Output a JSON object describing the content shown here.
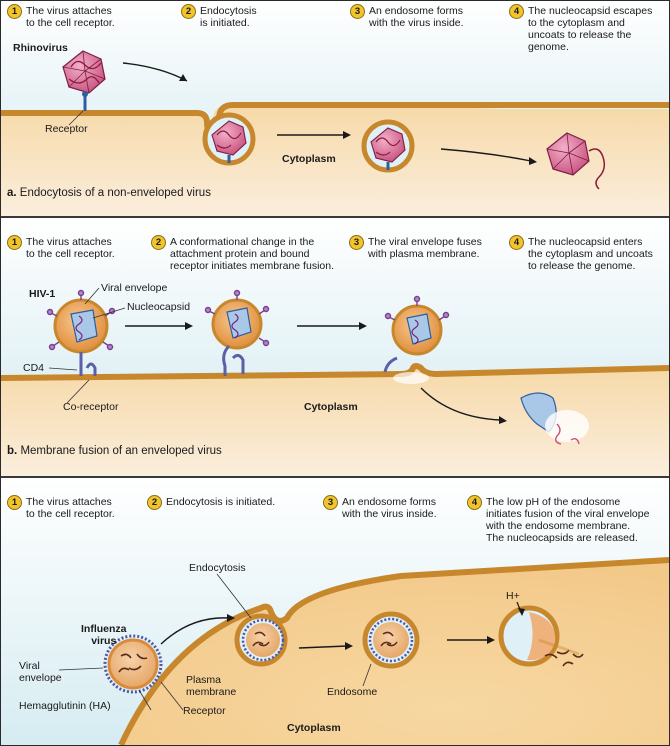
{
  "panel_a": {
    "steps": [
      {
        "num": "1",
        "text": "The virus attaches\nto the cell receptor."
      },
      {
        "num": "2",
        "text": "Endocytosis\nis initiated."
      },
      {
        "num": "3",
        "text": "An endosome forms\nwith the virus inside."
      },
      {
        "num": "4",
        "text": "The nucleocapsid escapes\nto the cytoplasm and\nuncoats to release the\ngenome."
      }
    ],
    "virus_label": "Rhinovirus",
    "receptor_label": "Receptor",
    "cytoplasm_label": "Cytoplasm",
    "caption_letter": "a.",
    "caption_text": "Endocytosis of a non-enveloped virus"
  },
  "panel_b": {
    "steps": [
      {
        "num": "1",
        "text": "The virus attaches\nto the cell receptor."
      },
      {
        "num": "2",
        "text": "A conformational change in the\nattachment protein and bound\nreceptor initiates membrane fusion."
      },
      {
        "num": "3",
        "text": "The viral envelope fuses\nwith plasma membrane."
      },
      {
        "num": "4",
        "text": "The nucleocapsid enters\nthe cytoplasm and uncoats\nto release the genome."
      }
    ],
    "virus_label": "HIV-1",
    "envelope_label": "Viral envelope",
    "nucleocapsid_label": "Nucleocapsid",
    "cd4_label": "CD4",
    "coreceptor_label": "Co-receptor",
    "cytoplasm_label": "Cytoplasm",
    "caption_letter": "b.",
    "caption_text": "Membrane fusion of an enveloped virus"
  },
  "panel_c": {
    "steps": [
      {
        "num": "1",
        "text": "The virus attaches\nto the cell receptor."
      },
      {
        "num": "2",
        "text": "Endocytosis is initiated."
      },
      {
        "num": "3",
        "text": "An endosome forms\nwith the virus inside."
      },
      {
        "num": "4",
        "text": "The low pH of the endosome\ninitiates fusion of the viral envelope\nwith the endosome membrane.\nThe nucleocapsids are released."
      }
    ],
    "endocytosis_label": "Endocytosis",
    "virus_label": "Influenza\nvirus",
    "envelope_label": "Viral\nenvelope",
    "ha_label": "Hemagglutinin (HA)",
    "plasma_membrane_label": "Plasma\nmembrane",
    "receptor_label": "Receptor",
    "endosome_label": "Endosome",
    "hplus_label": "H+",
    "cytoplasm_label": "Cytoplasm"
  },
  "colors": {
    "membrane": "#c7872c",
    "cytoplasm": "#f3d09a",
    "extracellular": "#d6ecf2",
    "capsid": "#d9709a",
    "genome": "#8b1c3c",
    "envelope": "#e8a456",
    "step_badge": "#f2c42c",
    "arrow": "#1a1a1a"
  }
}
